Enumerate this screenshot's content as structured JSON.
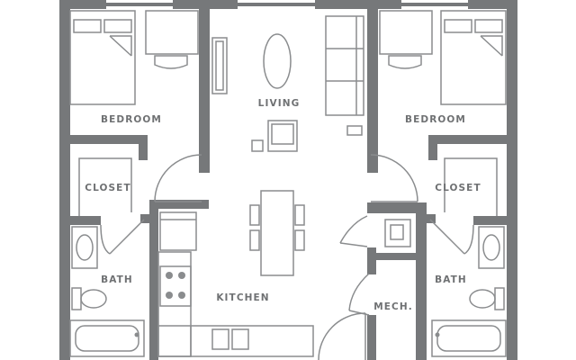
{
  "colors": {
    "wall": "#76787a",
    "fixture": "#8a8c8e",
    "label": "#6f7173",
    "background": "#ffffff"
  },
  "rooms": {
    "bedroom_left": "BEDROOM",
    "bedroom_right": "BEDROOM",
    "living": "LIVING",
    "closet_left": "CLOSET",
    "closet_right": "CLOSET",
    "bath_left": "BATH",
    "bath_right": "BATH",
    "kitchen": "KITCHEN",
    "mech": "MECH."
  }
}
